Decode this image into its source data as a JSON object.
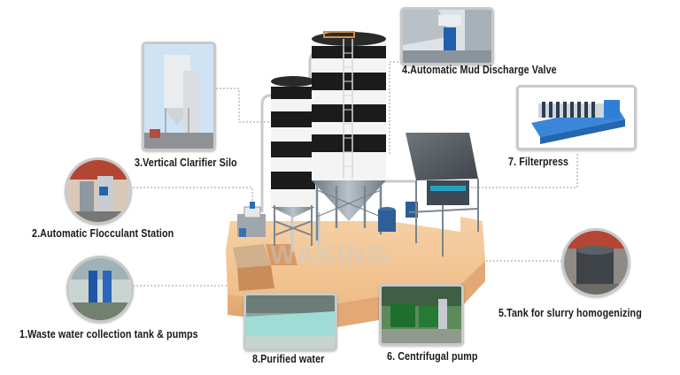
{
  "labels": {
    "silo": "3.Vertical Clarifier Silo",
    "flocculant": "2.Automatic Flocculant Station",
    "collection": "1.Waste water collection tank & pumps",
    "purified": "8.Purified water",
    "centrifugal": "6. Centrifugal pump",
    "homogenizing": "5.Tank for slurry homogenizing",
    "filterpress": "7. Filterpress",
    "valve": "4.Automatic Mud Discharge Valve"
  },
  "watermark": "WAKING",
  "colors": {
    "leader_line": "#9a9a9a",
    "frame": "#c9c9c9",
    "silo_black": "#1b1b1b",
    "silo_white": "#f4f4f4",
    "tank_base": "#f1c596",
    "steel": "#8e9aa4",
    "filterpress_blue": "#2f7fd6"
  },
  "icons": {
    "silo_photo": "vertical-silo-icon",
    "flocculant_photo": "flocculant-station-icon",
    "collection_photo": "pump-tank-icon",
    "purified_photo": "water-basin-icon",
    "centrifugal_photo": "centrifugal-pump-icon",
    "homogenizing_photo": "slurry-tank-icon",
    "filterpress_photo": "filterpress-icon",
    "valve_photo": "discharge-valve-icon"
  }
}
